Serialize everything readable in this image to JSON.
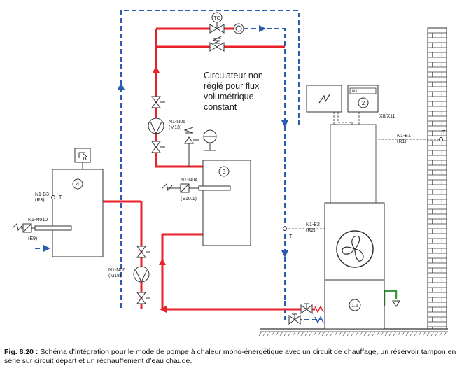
{
  "annotation": {
    "line1": "Circulateur non",
    "line2": "réglé pour flux",
    "line3": "volumétrique",
    "line4": "constant"
  },
  "components": {
    "tc_label": "TC",
    "unit2_number": "2",
    "unit2_display": "N1",
    "tank3_number": "3",
    "tank4_number": "4",
    "heatpump_number": "1.1",
    "connector_label": "X8/X11"
  },
  "labels": {
    "n1_n05": "N1-N05",
    "m13": "(M13)",
    "n1_n04": "N1-N04",
    "e10_1": "(E10.1)",
    "n1_b3": "N1-B3",
    "r3": "(R3)",
    "t_b3": "T",
    "n1_n010": "N1-N010",
    "e9": "(E9)",
    "n1_n06": "N1-N06",
    "m18": "(M18)",
    "n1_b2": "N1-B2",
    "r2": "(R2)",
    "t_b2": "T",
    "n1_b1": "N1-B1",
    "r1": "(R1)",
    "t_b1": "T"
  },
  "caption": {
    "prefix": "Fig. 8.20 :",
    "text": "Schéma d’intégration pour le mode de pompe à chaleur mono-énergétique avec un circuit de chauffage, un réservoir tampon en série sur circuit départ et un réchauffement d’eau chaude."
  },
  "colors": {
    "supply_line": "#e8222a",
    "return_line": "#2a5db0",
    "drain_line": "#3a9a3a"
  }
}
